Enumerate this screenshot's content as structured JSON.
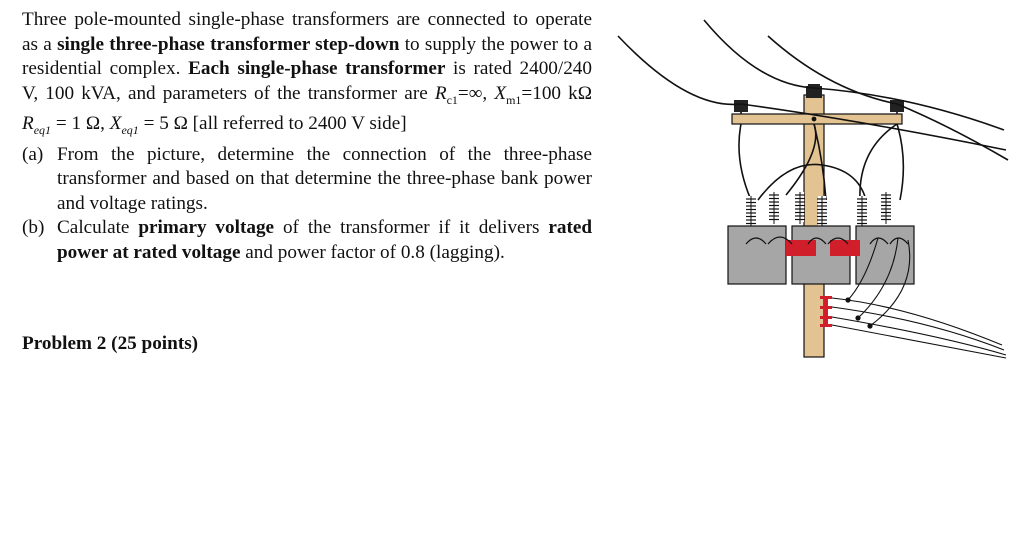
{
  "problem": {
    "intro": [
      {
        "t": "Three pole-mounted single-phase transformers are connected to operate as a ",
        "b": false
      },
      {
        "t": "single three-phase transformer step-down",
        "b": true
      },
      {
        "t": " to supply the power to a residential complex. ",
        "b": false
      },
      {
        "t": "Each single-phase transformer",
        "b": true
      },
      {
        "t": " is rated 2400/240 V, 100 kVA, and parameters of the transformer are ",
        "b": false
      }
    ],
    "params": {
      "rc_sym": "R",
      "rc_sub": "c1",
      "rc_val": "=∞, ",
      "xm_sym": "X",
      "xm_sub": "m1",
      "xm_val": "=100 kΩ ",
      "req_sym": "R",
      "req_sub": "eq1",
      "req_val": " = 1 Ω, ",
      "xeq_sym": "X",
      "xeq_sub": "eq1",
      "xeq_val": " = 5 Ω [all referred to 2400 V side]"
    },
    "part_a_label": "(a)",
    "part_a_text": "From the picture, determine the connection of the three-phase transformer and based on that determine the three-phase bank power and voltage ratings.",
    "part_b_label": "(b)",
    "part_b_parts": [
      {
        "t": "Calculate ",
        "b": false
      },
      {
        "t": "primary voltage",
        "b": true
      },
      {
        "t": " of the transformer if it delivers ",
        "b": false
      },
      {
        "t": "rated power at rated voltage",
        "b": true
      },
      {
        "t": " and power factor of 0.8 (lagging).",
        "b": false
      }
    ],
    "next_cut": "Problem 2 (25 points)"
  },
  "figure": {
    "pole_color": "#e2c391",
    "tank_color": "#a6a6a6",
    "link_color": "#d01f2a",
    "wire_color": "#111111"
  }
}
